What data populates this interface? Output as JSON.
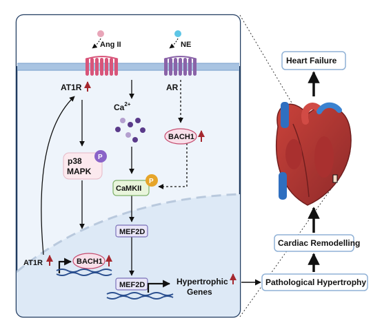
{
  "ligands": {
    "ang2": "Ang II",
    "ne": "NE"
  },
  "receptors": {
    "at1r": "AT1R",
    "ar": "AR"
  },
  "nodes": {
    "calcium_base": "Ca",
    "calcium_sup": "2+",
    "p38_line1": "p38",
    "p38_line2": "MAPK",
    "phospho": "P",
    "bach1_cyto": "BACH1",
    "camkii": "CaMKII",
    "mef2d_cyto": "MEF2D",
    "at1r_nuc": "AT1R",
    "bach1_nuc": "BACH1",
    "mef2d_nuc": "MEF2D",
    "hyper_line1": "Hypertrophic",
    "hyper_line2": "Genes"
  },
  "outcomes": {
    "heart_failure": "Heart Failure",
    "cardiac_remodelling": "Cardiac Remodelling",
    "pathological_hypertrophy": "Pathological Hypertrophy"
  },
  "colors": {
    "cell_fill": "#eef4fb",
    "cell_border": "#1f3a5f",
    "membrane": "#8fb1d6",
    "at1r": "#d8557a",
    "ar": "#8a63a8",
    "ang_dot": "#e8a5b8",
    "ne_dot": "#5ec6e6",
    "up_arrow": "#a5282f",
    "phospho_purple": "#8a63c8",
    "phospho_gold": "#e6a52a",
    "camkii_fill": "#e9f5dc",
    "mef2d_fill": "#e9e6f8",
    "bach1_fill": "#f8e0ea",
    "p38_fill": "#fbe9ee",
    "dna_blue": "#2a4f8f"
  }
}
